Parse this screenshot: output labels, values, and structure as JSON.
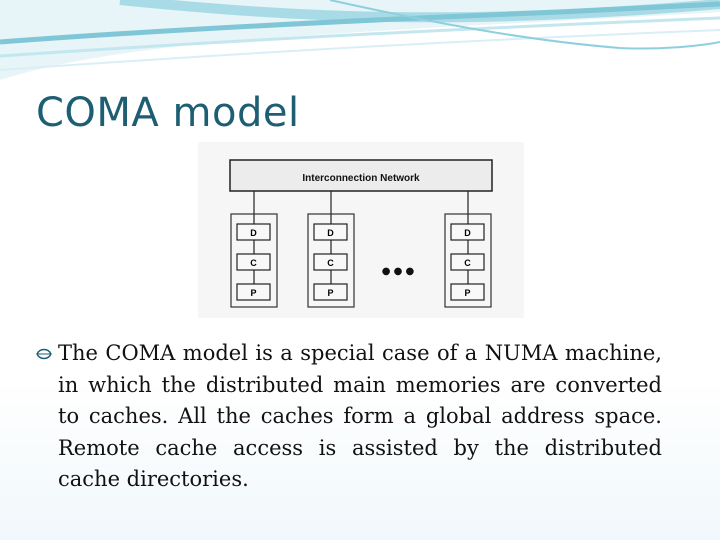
{
  "slide": {
    "title": "COMA model",
    "body": "The COMA model is a special case of a NUMA machine, in which the distributed main memories are converted to caches. All the caches form a global address space. Remote cache access is assisted by the distributed cache directories.",
    "accent_color": "#1d5e73",
    "swoosh_color": "#7fc6d6",
    "bullet_icon": "leaf-bullet-icon"
  },
  "diagram": {
    "network_label": "Interconnection Network",
    "nodes": [
      {
        "directory": "D",
        "cache": "C",
        "processor": "P"
      },
      {
        "directory": "D",
        "cache": "C",
        "processor": "P"
      },
      {
        "directory": "D",
        "cache": "C",
        "processor": "P"
      }
    ],
    "ellipsis": "● ● ●"
  }
}
